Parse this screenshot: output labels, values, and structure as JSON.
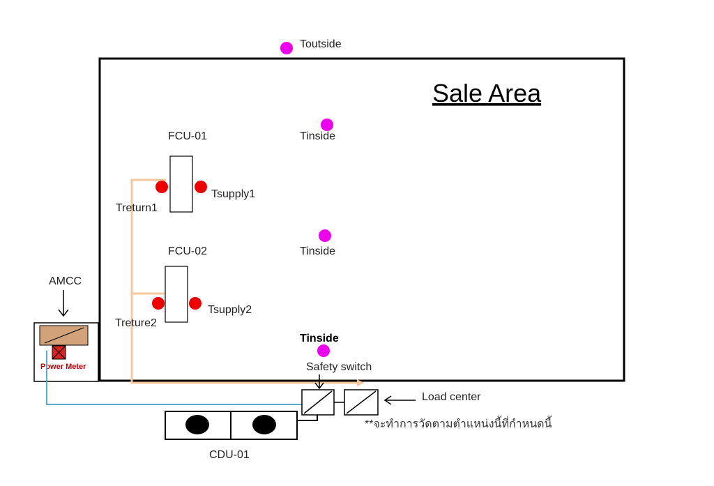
{
  "title": "Sale Area",
  "sensors": {
    "outside": "Toutside",
    "inside_1": "Tinside",
    "inside_2": "Tinside",
    "inside_3": "Tinside",
    "return_1": "Treturn1",
    "supply_1": "Tsupply1",
    "return_2": "Treture2",
    "supply_2": "Tsupply2"
  },
  "units": {
    "fcu1": "FCU-01",
    "fcu2": "FCU-02",
    "cdu": "CDU-01",
    "amcc": "AMCC",
    "power_meter": "Power Meter",
    "safety_switch": "Safety switch",
    "load_center": "Load center"
  },
  "note": "**จะทำการวัดตามตำแหน่งนี้ที่กำหนดนี้",
  "colors": {
    "outline": "#000000",
    "inside_sensor": "#ee00ee",
    "fcu_sensor": "#ee0000",
    "refrigerant_pipe": "#f5c79c",
    "signal_cable": "#5aaccc",
    "amcc_panel": "#d2a27a",
    "power_meter_text": "#cc0000"
  }
}
